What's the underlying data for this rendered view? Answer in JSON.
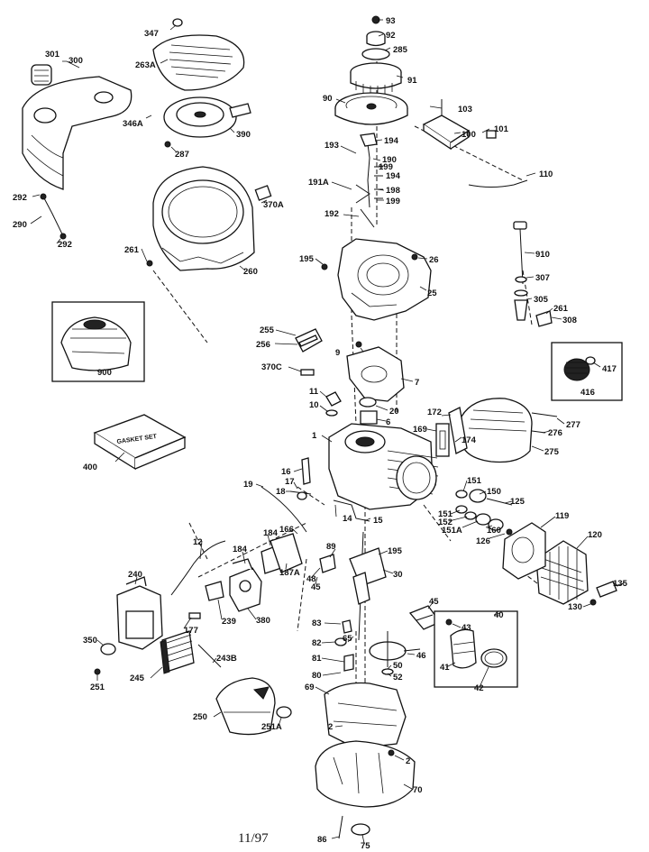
{
  "footer": {
    "date": "11/97"
  },
  "inset_labels": {
    "gasket_set_text": "GASKET SET"
  },
  "part_labels": [
    "347",
    "263A",
    "93",
    "92",
    "285",
    "91",
    "90",
    "103",
    "101",
    "100",
    "301",
    "300",
    "346A",
    "390",
    "287",
    "193",
    "194",
    "190",
    "199",
    "110",
    "194",
    "191A",
    "198",
    "199",
    "192",
    "292",
    "290",
    "292",
    "370A",
    "910",
    "261",
    "260",
    "195",
    "26",
    "25",
    "307",
    "305",
    "261",
    "308",
    "900",
    "255",
    "256",
    "9",
    "370C",
    "7",
    "417",
    "416",
    "11",
    "10",
    "20",
    "6",
    "172",
    "277",
    "276",
    "275",
    "169",
    "174",
    "1",
    "400",
    "16",
    "17",
    "18",
    "19",
    "151",
    "150",
    "125",
    "14",
    "15",
    "151",
    "152",
    "151A",
    "160",
    "126",
    "119",
    "166",
    "12",
    "184",
    "184",
    "89",
    "195",
    "30",
    "120",
    "240",
    "187A",
    "48",
    "45",
    "135",
    "239",
    "380",
    "177",
    "130",
    "45",
    "40",
    "43",
    "350",
    "83",
    "82",
    "81",
    "65",
    "46",
    "50",
    "41",
    "80",
    "52",
    "42",
    "245",
    "243B",
    "251",
    "69",
    "250",
    "251A",
    "2",
    "2",
    "70",
    "86",
    "75"
  ]
}
